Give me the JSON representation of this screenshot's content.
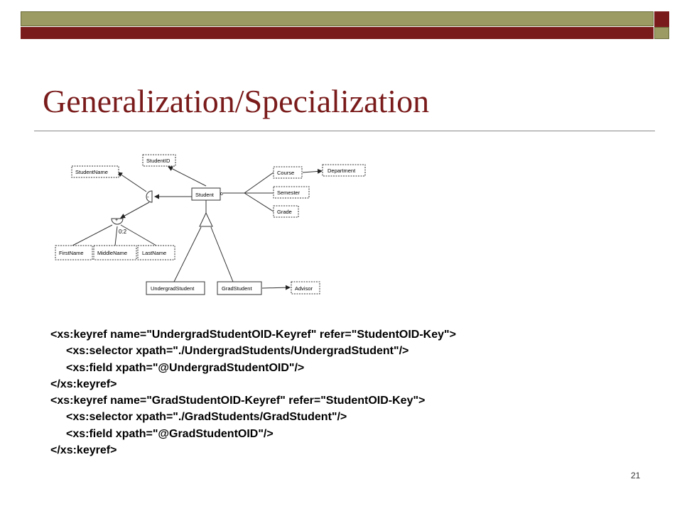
{
  "slide": {
    "title": "Generalization/Specialization",
    "number": "21"
  },
  "diagram": {
    "nodes": {
      "student_id": "StudentID",
      "student_name": "StudentName",
      "student": "Student",
      "course": "Course",
      "department": "Department",
      "semester": "Semester",
      "grade": "Grade",
      "first_name": "FirstName",
      "middle_name": "MiddleName",
      "last_name": "LastName",
      "undergrad_student": "UndergradStudent",
      "grad_student": "GradStudent",
      "advisor": "Advisor"
    },
    "labels": {
      "sequence_symbol": "-",
      "choice_symbol": "+",
      "cardinality": "0:2",
      "link_marker": "o"
    }
  },
  "code": {
    "lines": [
      "<xs:keyref name=\"UndergradStudentOID-Keyref\" refer=\"StudentOID-Key\">",
      "<xs:selector xpath=\"./UndergradStudents/UndergradStudent\"/>",
      "<xs:field xpath=\"@UndergradStudentOID\"/>",
      "</xs:keyref>",
      "<xs:keyref name=\"GradStudentOID-Keyref\" refer=\"StudentOID-Key\">",
      "<xs:selector xpath=\"./GradStudents/GradStudent\"/>",
      "<xs:field xpath=\"@GradStudentOID\"/>",
      "</xs:keyref>"
    ]
  },
  "colors": {
    "title": "#7a1b1b",
    "band_red": "#7a1b1b",
    "band_olive": "#9b9b63"
  }
}
